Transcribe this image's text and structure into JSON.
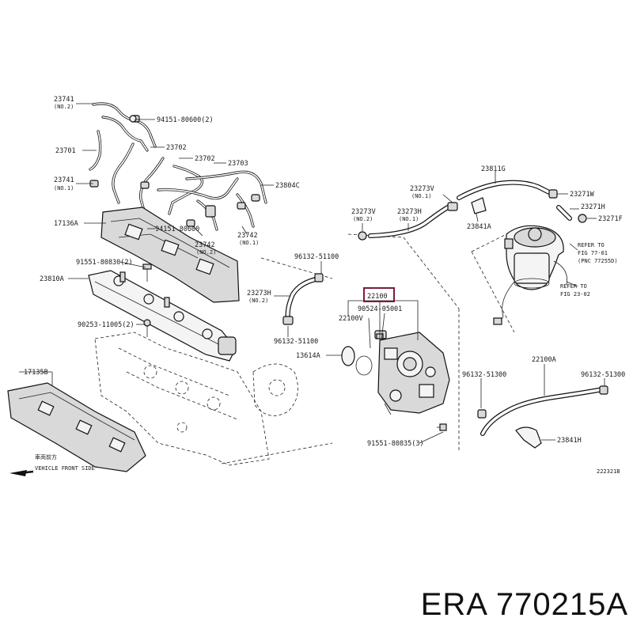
{
  "labels": {
    "p23741_a": "23741",
    "p23741_a_note": "(NO.2)",
    "p94151_top": "94151-80600(2)",
    "p23701": "23701",
    "p23702": "23702",
    "p23702_b": "23702",
    "p23703": "23703",
    "p23741_b": "23741",
    "p23741_b_note": "(NO.1)",
    "p23804C": "23804C",
    "p17136A": "17136A",
    "p94151_mid": "94151-80600",
    "p23742_a": "23742",
    "p23742_a_note": "(NO.2)",
    "p23742_b": "23742",
    "p23742_b_note": "(NO.1)",
    "p91551_top": "91551-80830(2)",
    "p23810A": "23810A",
    "p90253": "90253-11005(2)",
    "p17135B": "17135B",
    "front_jp": "車両前方",
    "front_en": "VEHICLE FRONT SIDE",
    "p96132_a": "96132-51100",
    "p23273H_a": "23273H",
    "p23273H_a_note": "(NO.2)",
    "p96132_b": "96132-51100",
    "p13614A": "13614A",
    "p22100_box": "22100",
    "p90524": "90524-05001",
    "p22100V": "22100V",
    "p23273V_a": "23273V",
    "p23273V_a_note": "(NO.2)",
    "p23273H_b": "23273H",
    "p23273H_b_note": "(NO.1)",
    "p23273V_b": "23273V",
    "p23273V_b_note": "(NO.1)",
    "p23811G": "23811G",
    "p23271W": "23271W",
    "p23271H": "23271H",
    "p23271F": "23271F",
    "p23841A": "23841A",
    "refer1_a": "REFER TO",
    "refer1_b": "FIG 77-01",
    "refer1_c": "(PNC 77255D)",
    "refer2_a": "REFER TO",
    "refer2_b": "FIG 23-02",
    "p22100A": "22100A",
    "p96132_c": "96132-51300",
    "p96132_d": "96132-51300",
    "p23841H": "23841H",
    "p91551_bot": "91551-80835(3)",
    "figure_code": "222321B"
  },
  "brand": "ERA 770215A",
  "colors": {
    "highlight_box": "#7a1e3a",
    "line": "#222222"
  },
  "icons": {
    "front_arrow": "arrow-left-icon"
  }
}
